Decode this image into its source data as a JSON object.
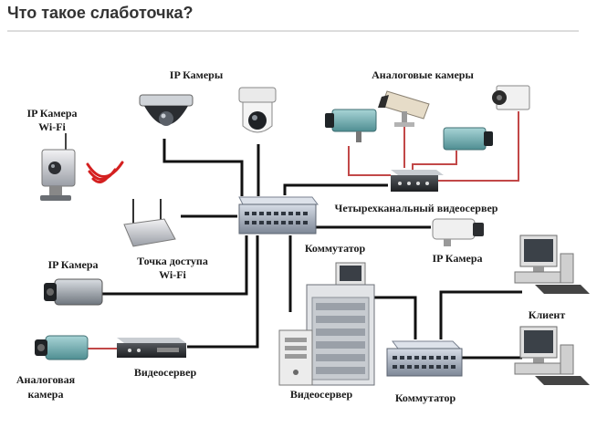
{
  "page": {
    "title": "Что такое слаботочка?"
  },
  "diagram": {
    "labels": {
      "ip_cameras_top": "IP Камеры",
      "analog_cameras": "Аналоговые камеры",
      "ip_camera_wifi_line1": "IP Камера",
      "ip_camera_wifi_line2": "Wi-Fi",
      "four_channel_videoserver": "Четырехканальный видеосервер",
      "access_point_line1": "Точка доступа",
      "access_point_line2": "Wi-Fi",
      "switch_main": "Коммутатор",
      "ip_camera_right": "IP Камера",
      "ip_camera_left": "IP Камера",
      "client": "Клиент",
      "analog_camera_line1": "Аналоговая",
      "analog_camera_line2": "камера",
      "videoserver_left": "Видеосервер",
      "videoserver_center": "Видеосервер",
      "switch_bottom": "Коммутатор"
    },
    "colors": {
      "network_link": "#111111",
      "analog_link": "#c24848",
      "wifi_signal": "#d42020"
    }
  }
}
